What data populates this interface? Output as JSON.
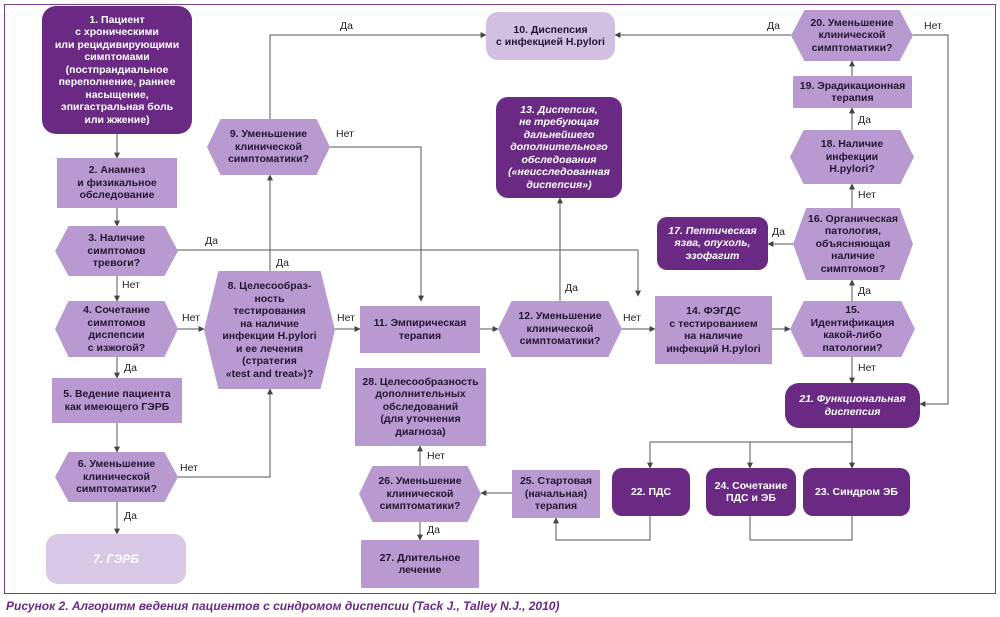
{
  "nodes": {
    "n1": "1. Пациент\nс хроническими\nили рецидивирующими\nсимптомами\n(постпрандиальное\nпереполнение, раннее\nнасыщение,\nэпигастральная боль\nили жжение)",
    "n2": "2. Анамнез\nи физикальное\nобследование",
    "n3": "3. Наличие\nсимптомов\nтревоги?",
    "n4": "4. Сочетание\nсимптомов\nдиспепсии\nс изжогой?",
    "n5": "5. Ведение пациента\nкак имеющего ГЭРБ",
    "n6": "6. Уменьшение\nклинической\nсимптоматики?",
    "n7": "7. ГЭРБ",
    "n8": "8. Целесообраз-\nность\nтестирования\nна наличие\nинфекции H.pylori\nи ее лечения\n(стратегия\n«test and treat»)?",
    "n9": "9. Уменьшение\nклинической\nсимптоматики?",
    "n10": "10. Диспепсия\nс инфекцией H.pylori",
    "n11": "11. Эмпирическая\nтерапия",
    "n12": "12. Уменьшение\nклинической\nсимптоматики?",
    "n13": "13. Диспепсия,\nне требующая\nдальнейшего\nдополнительного\nобследования\n(«неисследованная\nдиспепсия»)",
    "n14": "14. ФЭГДС\nс тестированием\nна наличие\nинфекций H.pylori",
    "n15": "15. Идентификация\nкакой-либо\nпатологии?",
    "n16": "16. Органическая\nпатология,\nобъясняющая\nналичие\nсимптомов?",
    "n17": "17. Пептическая\nязва, опухоль,\nэзофагит",
    "n18": "18. Наличие\nинфекции\nH.pylori?",
    "n19": "19. Эрадикационная\nтерапия",
    "n20": "20. Уменьшение\nклинической\nсимптоматики?",
    "n21": "21. Функциональная\nдиспепсия",
    "n22": "22. ПДС",
    "n23": "23. Синдром ЭБ",
    "n24": "24. Сочетание\nПДС и ЭБ",
    "n25": "25. Стартовая\n(начальная)\nтерапия",
    "n26": "26. Уменьшение\nклинической\nсимптоматики?",
    "n27": "27. Длительное\nлечение",
    "n28": "28. Целесообразность\nдополнительных\nобследований\n(для уточнения\nдиагноза)"
  },
  "labels": {
    "yes": "Да",
    "no": "Нет"
  },
  "caption": "Рисунок 2. Алгоритм ведения пациентов с синдромом диспепсии (Tack J., Talley N.J., 2010)",
  "colors": {
    "dark_box": "#6a2a84",
    "light_box": "#b89ad1",
    "pale_box": "#d8c8e6",
    "frame": "#7a3d8c",
    "caption": "#6a2a84"
  }
}
